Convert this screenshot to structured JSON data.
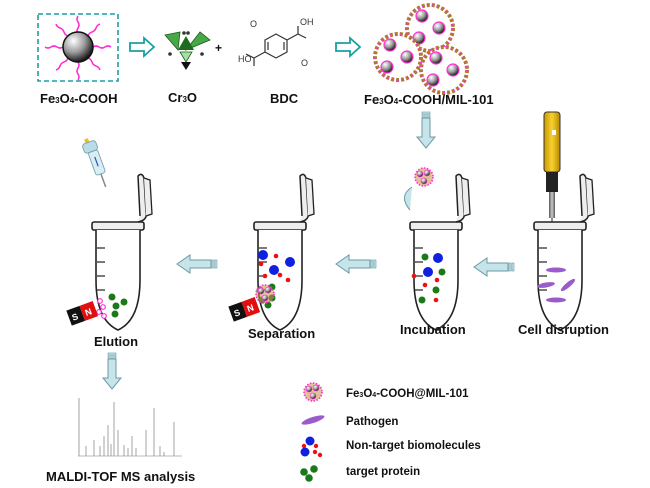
{
  "synthesis": {
    "reagents": [
      {
        "id": "fe3o4",
        "label_main": "Fe",
        "sub1": "3",
        "mid": "O",
        "sub2": "4",
        "tail": "-COOH"
      },
      {
        "id": "cr3o",
        "label_main": "Cr",
        "sub1": "3",
        "tail": "O"
      },
      {
        "id": "bdc",
        "label": "BDC",
        "oh_top": "OH",
        "oh_bottom": "HO"
      },
      {
        "id": "product",
        "label_main": "Fe",
        "sub1": "3",
        "mid": "O",
        "sub2": "4",
        "tail": "-COOH/MIL-101"
      }
    ],
    "plus_sign": "+"
  },
  "steps": {
    "cell_disruption": "Cell disruption",
    "incubation": "Incubation",
    "separation": "Separation",
    "elution": "Elution",
    "analysis": "MALDI-TOF MS analysis"
  },
  "magnet": {
    "south": "S",
    "north": "N"
  },
  "legend": {
    "items": [
      {
        "icon": "composite-particle-icon",
        "label_main": "Fe",
        "sub1": "3",
        "mid": "O",
        "sub2": "4",
        "tail": "-COOH@MIL-101"
      },
      {
        "icon": "pathogen-icon",
        "label": "Pathogen"
      },
      {
        "icon": "non-target-icon",
        "label": "Non-target  biomolecules"
      },
      {
        "icon": "target-protein-icon",
        "label": "target protein"
      }
    ]
  },
  "colors": {
    "arrow_teal": "#1aa0a0",
    "arrow_fill": "#c6e4ea",
    "arrow_stroke": "#6a9aa4",
    "linker_magenta": "#ff2fd6",
    "target_green": "#1a7a1a",
    "nontarget_blue": "#1020e0",
    "nontarget_red": "#ee1010",
    "pathogen_purple": "#9a5cc8",
    "liquid": "#cfe6f6",
    "magnet_red": "#e01010"
  }
}
